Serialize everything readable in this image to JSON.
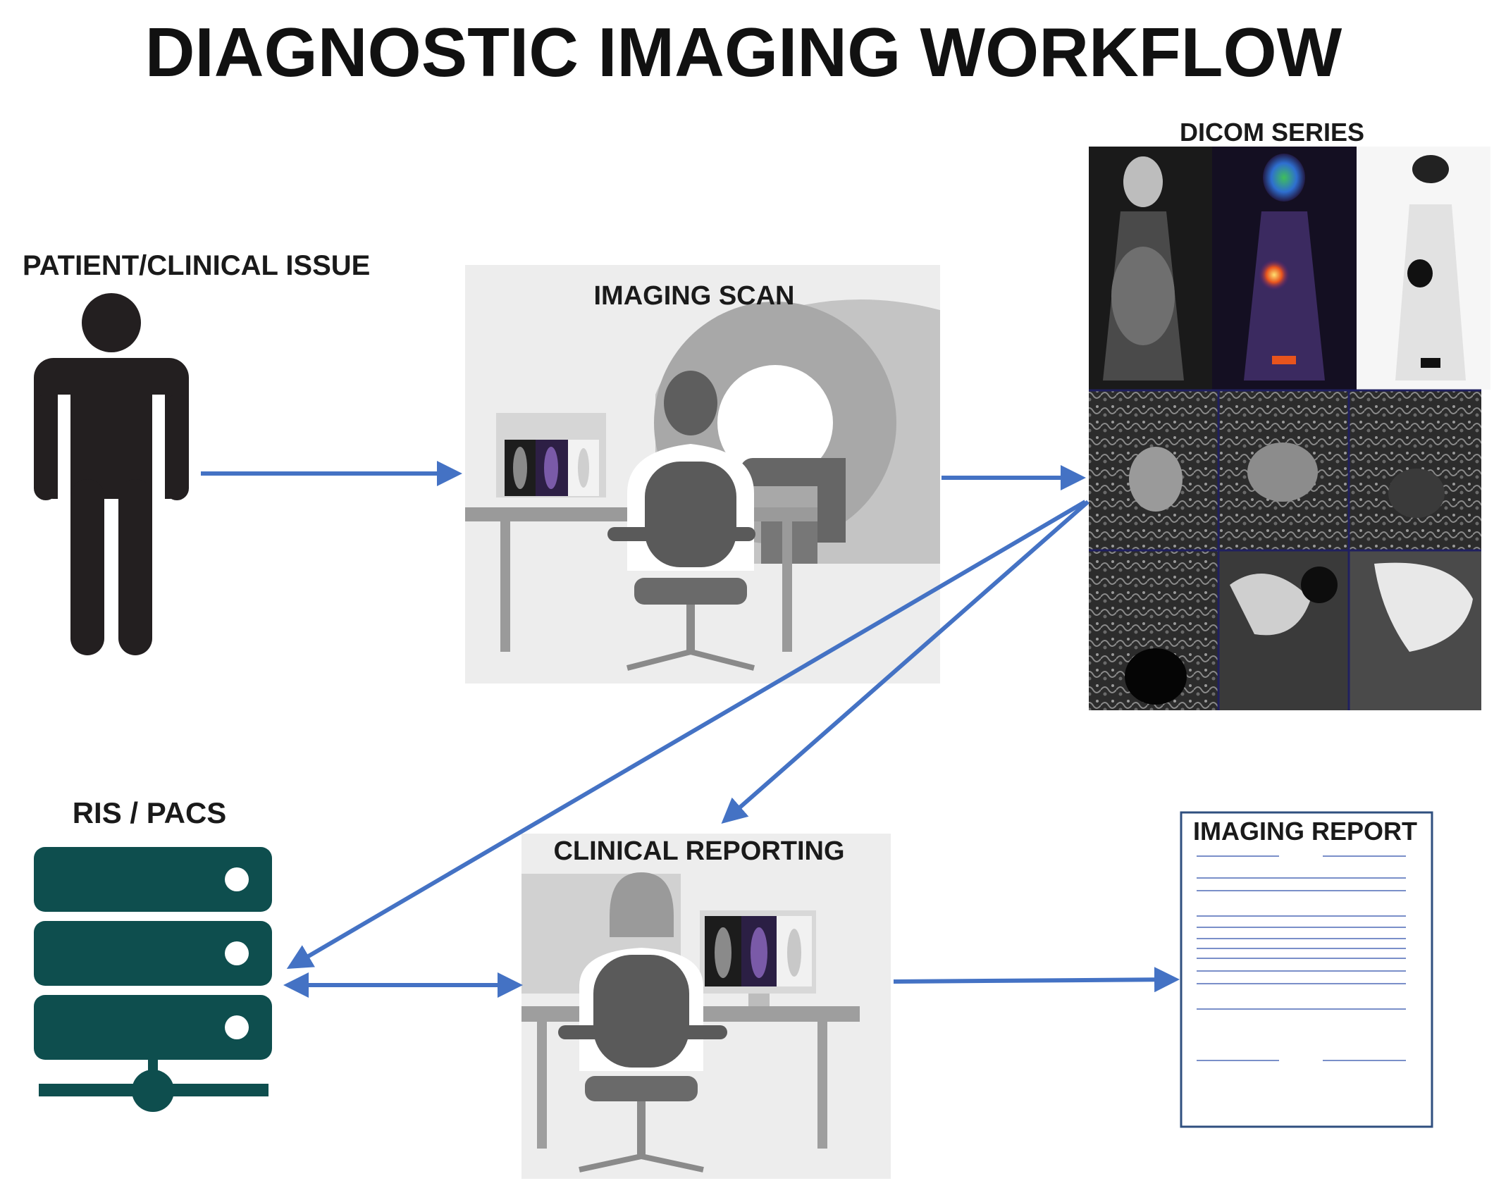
{
  "title": "DIAGNOSTIC IMAGING WORKFLOW",
  "nodes": {
    "patient": {
      "label": "PATIENT/CLINICAL ISSUE",
      "icon": "person-icon"
    },
    "scan": {
      "label": "IMAGING SCAN",
      "icon": "mri-scanner-icon"
    },
    "dicom": {
      "label": "DICOM SERIES",
      "icon": "medical-image-grid"
    },
    "pacs": {
      "label": "RIS / PACS",
      "icon": "server-icon"
    },
    "reporting": {
      "label": "CLINICAL REPORTING",
      "icon": "radiologist-workstation-icon"
    },
    "report": {
      "label": "IMAGING  REPORT",
      "icon": "document-icon"
    }
  },
  "edges": [
    {
      "from": "patient",
      "to": "scan"
    },
    {
      "from": "scan",
      "to": "dicom"
    },
    {
      "from": "dicom",
      "to": "pacs"
    },
    {
      "from": "dicom",
      "to": "reporting"
    },
    {
      "from": "pacs",
      "to": "reporting",
      "bidirectional": true
    },
    {
      "from": "reporting",
      "to": "report"
    }
  ],
  "colors": {
    "arrow": "#4472C4",
    "server": "#0E4E4E",
    "person": "#231F20",
    "panel": "#EDEDED",
    "report_border": "#2F4F7F"
  }
}
